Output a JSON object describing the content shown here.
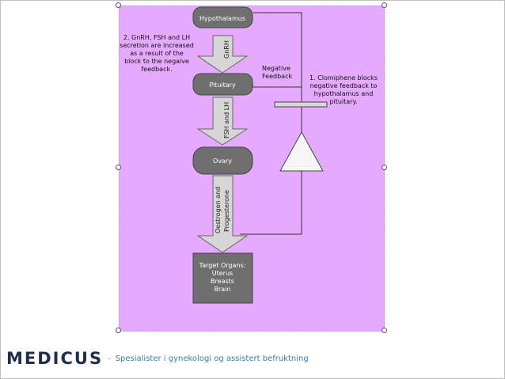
{
  "diagram": {
    "nodes": {
      "hypothalamus": "Hypothalamus",
      "pituitary": "Pituitary",
      "ovary": "Ovary",
      "target_title": "Target Organs:",
      "target_items": [
        "Uterus",
        "Breasts",
        "Brain"
      ]
    },
    "arrows": {
      "gnrh": "GnRH",
      "fsh_lh": "FSH and LH",
      "oestrogen_line1": "Oestrogen and",
      "oestrogen_line2": "Progesterone"
    },
    "notes": {
      "note2": [
        "2.  GnRH, FSH and LH",
        "secretion are increased",
        "as a result of the",
        "block to the negaive",
        "feedback."
      ],
      "negative_feedback": [
        "Negative",
        "Feedback"
      ],
      "note1": [
        "1. Clomiphene blocks",
        "negative feedback to",
        "hypothalamus and",
        "pituitary."
      ]
    }
  },
  "footer": {
    "logo": "MEDICUS",
    "separator": "-",
    "tagline": "Spesialister i gynekologi og assistert befruktning"
  },
  "colors": {
    "panel": "#e5a9ff",
    "node": "#6f6f6f",
    "arrow": "#d6d6d6"
  }
}
